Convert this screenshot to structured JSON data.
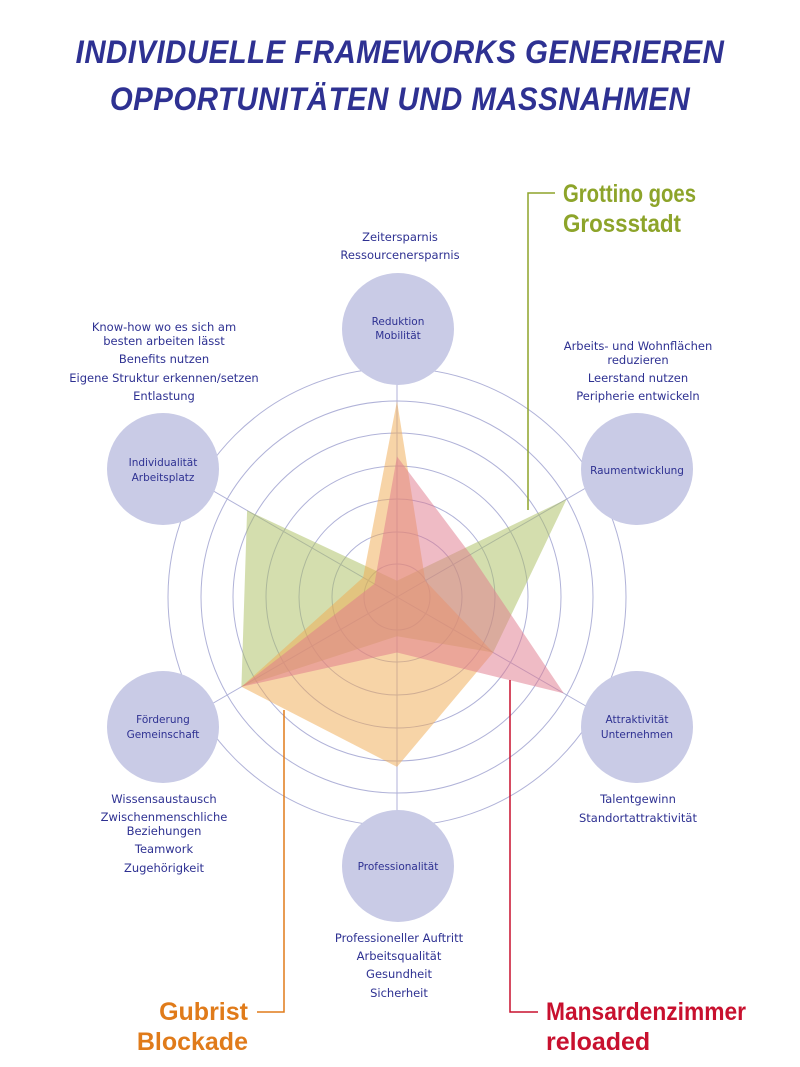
{
  "title": {
    "line1": "INDIVIDUELLE FRAMEWORKS GENERIEREN",
    "line2": "OPPORTUNITÄTEN UND MASSNAHMEN"
  },
  "colors": {
    "title": "#2e3192",
    "node_fill": "#c9cbe6",
    "ring_stroke": "#b0b2d8",
    "green": "#8da42a",
    "orange": "#e07b1a",
    "red": "#c8102e"
  },
  "axes": [
    {
      "key": "reduktion",
      "line1": "Reduktion",
      "line2": "Mobilität",
      "benefits": [
        "Zeitersparnis",
        "Ressourcenersparnis"
      ]
    },
    {
      "key": "raum",
      "line1": "Raumentwicklung",
      "line2": "",
      "benefits": [
        "Arbeits- und Wohnflächen",
        "reduzieren",
        "Leerstand nutzen",
        "Peripherie entwickeln"
      ]
    },
    {
      "key": "attraktivitaet",
      "line1": "Attraktivität",
      "line2": "Unternehmen",
      "benefits": [
        "Talentgewinn",
        "Standortattraktivität"
      ]
    },
    {
      "key": "professionalitaet",
      "line1": "Professionalität",
      "line2": "",
      "benefits": [
        "Professioneller Auftritt",
        "Arbeitsqualität",
        "Gesundheit",
        "Sicherheit"
      ]
    },
    {
      "key": "foerderung",
      "line1": "Förderung",
      "line2": "Gemeinschaft",
      "benefits": [
        "Wissensaustausch",
        "Zwischenmenschliche",
        "Beziehungen",
        "Teamwork",
        "Zugehörigkeit"
      ]
    },
    {
      "key": "individualitaet",
      "line1": "Individualität",
      "line2": "Arbeitsplatz",
      "benefits": [
        "Know-how wo es sich am",
        "besten arbeiten lässt",
        "Benefits nutzen",
        "Eigene Struktur erkennen/setzen",
        "Entlastung"
      ]
    }
  ],
  "chart_data": {
    "type": "radar",
    "categories": [
      "Reduktion Mobilität",
      "Raumentwicklung",
      "Attraktivität Unternehmen",
      "Professionalität",
      "Förderung Gemeinschaft",
      "Individualität Arbeitsplatz"
    ],
    "rmax": 6,
    "series": [
      {
        "name": "Grottino goes Grossstadt",
        "color": "#a9bd5e",
        "values": [
          0.5,
          6,
          3.4,
          1.2,
          5.5,
          5.3
        ]
      },
      {
        "name": "Gubrist Blockade",
        "color": "#f0a94f",
        "values": [
          6,
          1,
          3.4,
          5.2,
          5.5,
          1.2
        ]
      },
      {
        "name": "Mansardenzimmer reloaded",
        "color": "#e0788c",
        "values": [
          4.3,
          2.6,
          5.9,
          1.7,
          5.5,
          0.8
        ]
      }
    ]
  },
  "callouts": {
    "grottino_1": "Grottino goes",
    "grottino_2": "Grossstadt",
    "gubrist_1": "Gubrist",
    "gubrist_2": "Blockade",
    "mansarden_1": "Mansardenzimmer",
    "mansarden_2": "reloaded"
  }
}
